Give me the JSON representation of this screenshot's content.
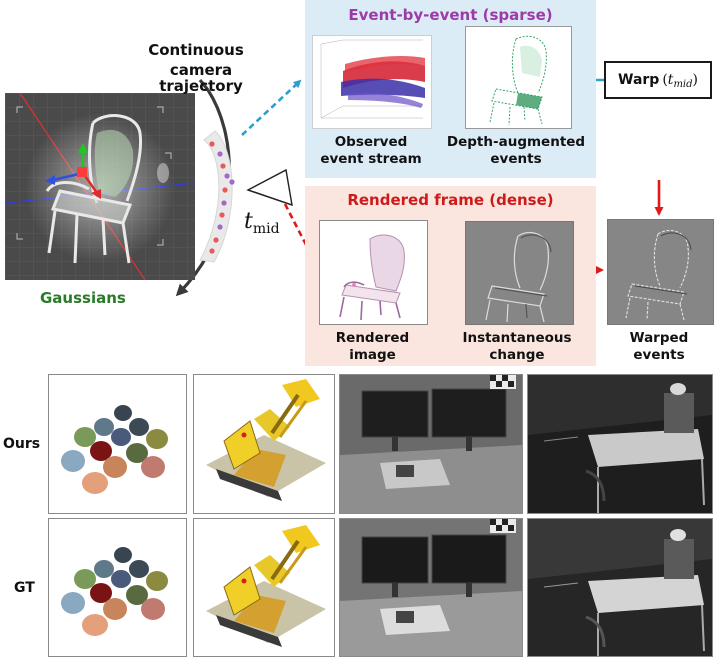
{
  "top": {
    "gaussians_label": "Gaussians",
    "trajectory_label_line1": "Continuous",
    "trajectory_label_line2": "camera trajectory",
    "t_mid_symbol": "t",
    "t_mid_subscript": "mid",
    "sparse_panel": {
      "title": "Event-by-event (sparse)",
      "observed_line1": "Observed",
      "observed_line2": "event stream",
      "depth_line1": "Depth-augmented",
      "depth_line2": "events"
    },
    "warp_box": {
      "label": "Warp",
      "arg_open": "(",
      "arg_symbol": "t",
      "arg_subscript": "mid",
      "arg_close": ")"
    },
    "dense_panel": {
      "title": "Rendered frame (dense)",
      "rendered_line1": "Rendered",
      "rendered_line2": "image",
      "change_line1": "Instantaneous",
      "change_line2": "change",
      "warped_line1": "Warped",
      "warped_line2": "events"
    }
  },
  "grid": {
    "row_labels": [
      "Ours",
      "GT"
    ]
  },
  "colors": {
    "sparse_bg": "#dcecf6",
    "dense_bg": "#fbe6df",
    "sparse_title": "#9b3aa8",
    "dense_title": "#cc1b1b",
    "gaussians_label": "#2a7a2a",
    "blue_arrow": "#2a9fd0",
    "red_arrow": "#e01a1a"
  }
}
